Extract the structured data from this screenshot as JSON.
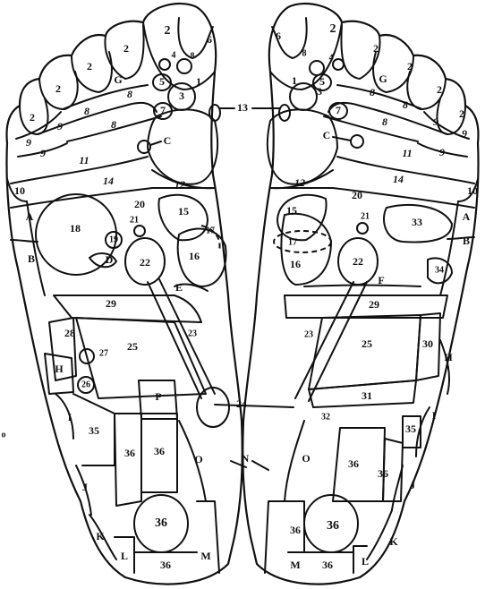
{
  "stray_mark": "o",
  "labels": {
    "t2_left_big": "2",
    "t6_left": "6",
    "t4_left": "4",
    "t8_left_small": "8",
    "t5_left": "5",
    "t1_left": "1",
    "t3_left": "3",
    "t7_left": "7",
    "t13": "13",
    "t2_left_t2": "2",
    "tG_left": "G",
    "t8_left_a": "8",
    "t2_left_t3": "2",
    "t8_left_b": "8",
    "t2_left_t4": "2",
    "t9_left_a": "9",
    "t8_left_c": "8",
    "t2_left_t5": "2",
    "t9_left_b": "9",
    "t9_left_c": "9",
    "tC_left": "C",
    "t11_left": "11",
    "t10_left": "10",
    "t14_left": "14",
    "t12_left": "12",
    "t20_left": "20",
    "tA_left": "A",
    "t18": "18",
    "t21_left": "21",
    "t15_left": "15",
    "t17_left": "17",
    "t19": "19",
    "t16_left": "16",
    "tB_left": "B",
    "tD": "D",
    "t22_left": "22",
    "tE": "E",
    "t29_left": "29",
    "t23_left": "23",
    "t28": "28",
    "t25_left": "25",
    "t27": "27",
    "tH_left": "H",
    "t26": "26",
    "tP": "P",
    "t24": "24",
    "tI_left": "I",
    "t35_left": "35",
    "t36_l_a": "36",
    "t36_l_b": "36",
    "tO_left": "O",
    "tN": "N",
    "tJ_left": "J",
    "t36_l_c": "36",
    "tK_left": "K",
    "tL_left": "L",
    "t36_l_d": "36",
    "tM_left": "M",
    "t2_right_big": "2",
    "t6_right": "6",
    "t4_right": "4",
    "t8_right_small": "8",
    "t1_right": "1",
    "t5_right": "5",
    "t3_right": "3",
    "t7_right": "7",
    "t2_right_t2": "2",
    "tG_right": "G",
    "t8_right_a": "8",
    "t2_right_t3": "2",
    "t8_right_b": "8",
    "t2_right_t4": "2",
    "t8_right_c": "8",
    "t9_right_a": "9",
    "t2_right_t5": "2",
    "t9_right_b": "9",
    "t9_right_c": "9",
    "tC_right": "C",
    "t11_right": "11",
    "t10_right": "10",
    "t12_right": "12",
    "t14_right": "14",
    "t20_right": "20",
    "t15_right": "15",
    "t21_right": "21",
    "t33": "33",
    "tA_right": "A",
    "t17_right": "17",
    "t16_right": "16",
    "t22_right": "22",
    "tB_right": "B",
    "t34": "34",
    "tF": "F",
    "t29_right": "29",
    "t23_right": "23",
    "t25_right": "25",
    "t30": "30",
    "tH_right": "H",
    "t31": "31",
    "t32": "32",
    "tI_right": "I",
    "t35_right": "35",
    "tO_right": "O",
    "t36_r_a": "36",
    "t36_r_b": "36",
    "tJ_right": "J",
    "t36_r_c": "36",
    "t36_r_d": "36",
    "tK_right": "K",
    "tM_right": "M",
    "t36_r_e": "36",
    "tL_right": "L"
  }
}
